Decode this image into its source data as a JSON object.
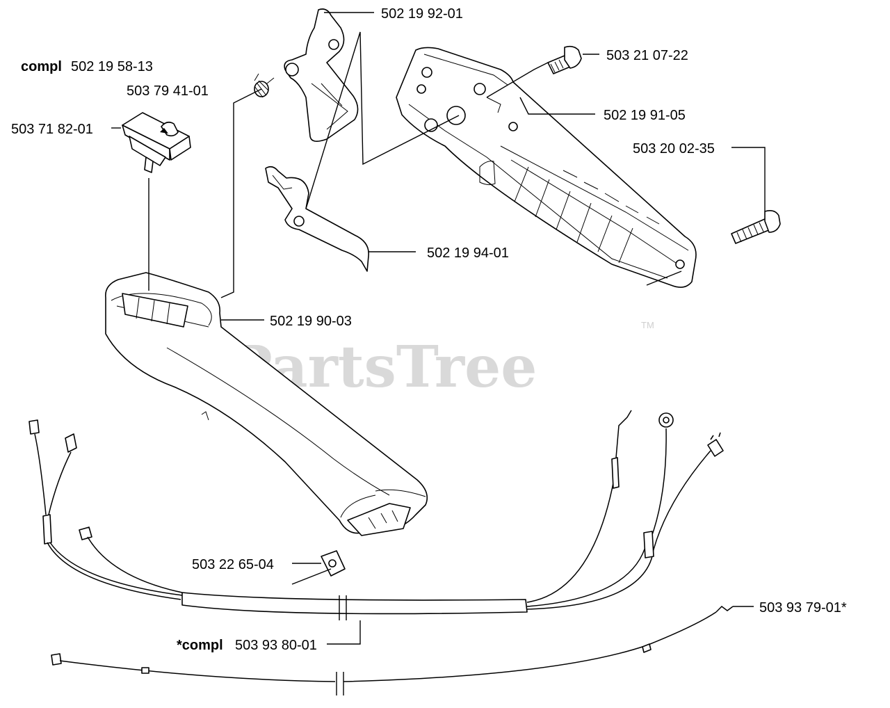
{
  "watermark": {
    "brand": "PartsTree",
    "trademark": "TM"
  },
  "labels": {
    "p_502_19_92_01": "502 19 92-01",
    "p_compl_502_19_58_13_prefix": "compl",
    "p_compl_502_19_58_13": "502 19 58-13",
    "p_503_21_07_22": "503 21 07-22",
    "p_503_79_41_01": "503 79 41-01",
    "p_502_19_91_05": "502 19 91-05",
    "p_503_71_82_01": "503 71 82-01",
    "p_503_20_02_35": "503 20 02-35",
    "p_502_19_94_01": "502 19 94-01",
    "p_502_19_90_03": "502 19 90-03",
    "p_503_22_65_04": "503 22 65-04",
    "p_503_93_79_01": "503 93 79-01*",
    "p_compl_503_93_80_01_prefix": "*compl",
    "p_compl_503_93_80_01": "503 93 80-01"
  }
}
